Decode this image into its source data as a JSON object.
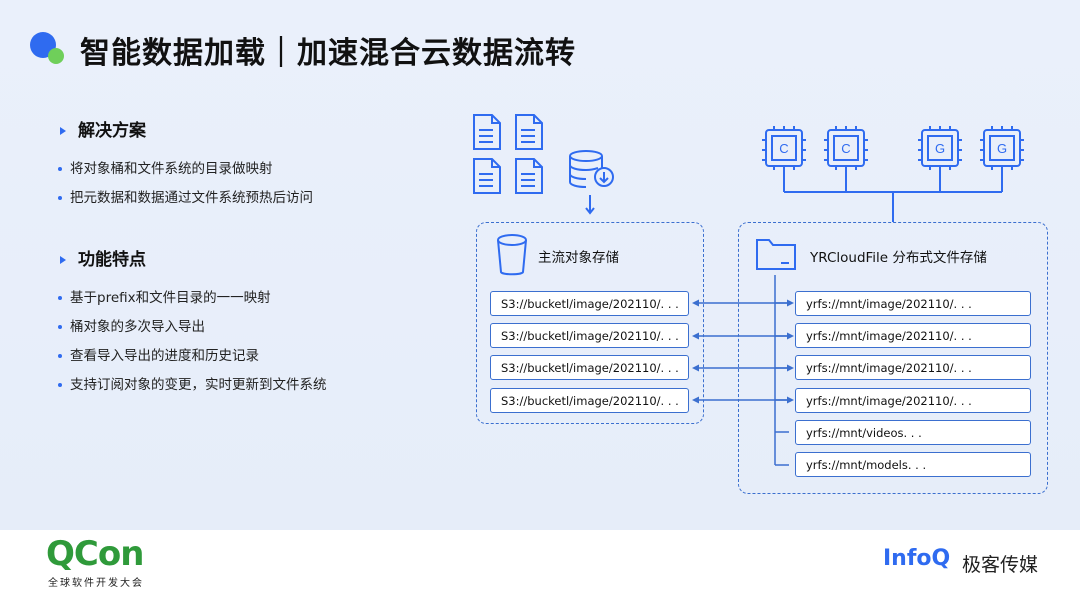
{
  "title": "智能数据加载｜加速混合云数据流转",
  "solution": {
    "heading": "解决方案",
    "bullets": [
      "将对象桶和文件系统的目录做映射",
      "把元数据和数据通过文件系统预热后访问"
    ]
  },
  "features": {
    "heading": "功能特点",
    "bullets": [
      "基于prefix和文件目录的一一映射",
      "桶对象的多次导入导出",
      "查看导入导出的进度和历史记录",
      "支持订阅对象的变更，实时更新到文件系统"
    ]
  },
  "diagram": {
    "object_storage_label": "主流对象存储",
    "file_storage_label": "YRCloudFile 分布式文件存储",
    "chips": [
      "C",
      "C",
      "G",
      "G"
    ],
    "s3_paths": [
      "S3://bucketl/image/202110/. . .",
      "S3://bucketl/image/202110/. . .",
      "S3://bucketl/image/202110/. . .",
      "S3://bucketl/image/202110/. . ."
    ],
    "yrfs_paths": [
      "yrfs://mnt/image/202110/. . .",
      "yrfs://mnt/image/202110/. . .",
      "yrfs://mnt/image/202110/. . .",
      "yrfs://mnt/image/202110/. . .",
      "yrfs://mnt/videos. . .",
      "yrfs://mnt/models. . ."
    ]
  },
  "footer": {
    "qcon": "QCon",
    "qcon_sub": "全球软件开发大会",
    "infoq": "InfoQ",
    "brand_cn": "极客传媒"
  },
  "colors": {
    "accent": "#2f6bf0",
    "line": "#3b6fcf",
    "green": "#2f9a3a"
  }
}
